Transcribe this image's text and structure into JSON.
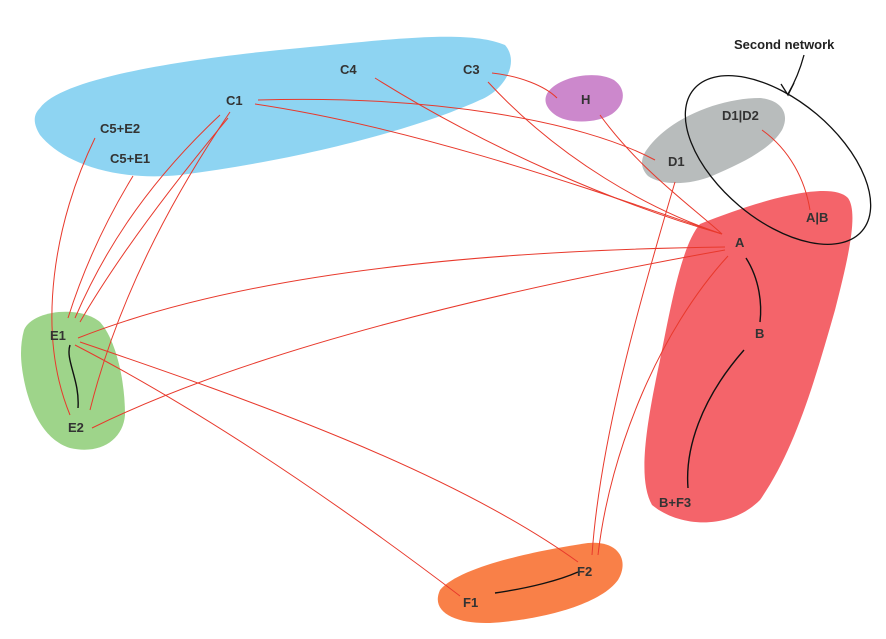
{
  "annotation": "Second network",
  "nodes": {
    "C4": "C4",
    "C3": "C3",
    "C1": "C1",
    "C5E2": "C5+E2",
    "C5E1": "C5+E1",
    "H": "H",
    "D1D2": "D1|D2",
    "D1": "D1",
    "AB": "A|B",
    "A": "A",
    "B": "B",
    "BF3": "B+F3",
    "E1": "E1",
    "E2": "E2",
    "F2": "F2",
    "F1": "F1"
  },
  "colors": {
    "group_c": "#8ed4f2",
    "group_h": "#cc88cc",
    "group_d": "#b8bcbc",
    "group_a": "#f4646a",
    "group_e": "#9ed48a",
    "group_f": "#f98048",
    "edge_cross": "#e8392c",
    "edge_internal": "#111111"
  }
}
